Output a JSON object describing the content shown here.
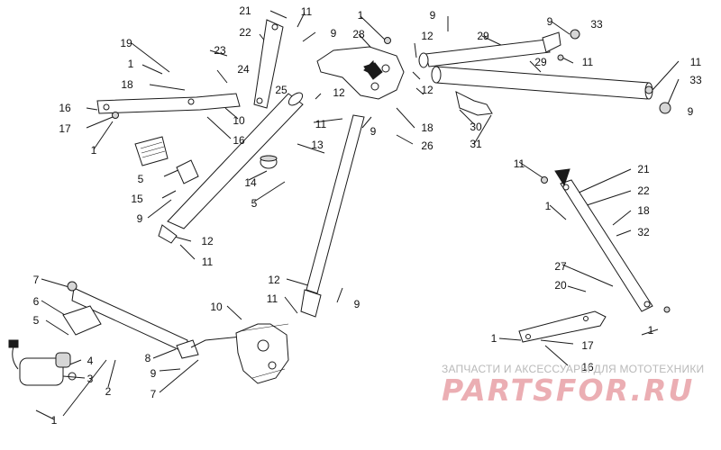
{
  "colors": {
    "line": "#1a1a1a",
    "part": "#ffffff",
    "shade": "#d6d6d6",
    "watermark_top": "#b9b9b9",
    "watermark_logo": "#e8a0a6"
  },
  "watermark": {
    "tagline": "ЗАПЧАСТИ И АКСЕССУАРЫ ДЛЯ МОТОТЕХНИКИ",
    "logo": "PARTSFOR.RU"
  },
  "callouts": [
    "21",
    "11",
    "1",
    "9",
    "9",
    "33",
    "22",
    "9",
    "28",
    "12",
    "29",
    "19",
    "23",
    "1",
    "24",
    "12",
    "29",
    "11",
    "11",
    "33",
    "18",
    "25",
    "12",
    "16",
    "10",
    "11",
    "9",
    "18",
    "9",
    "17",
    "16",
    "13",
    "26",
    "30",
    "1",
    "31",
    "5",
    "11",
    "21",
    "14",
    "22",
    "15",
    "5",
    "1",
    "18",
    "9",
    "32",
    "12",
    "11",
    "27",
    "20",
    "12",
    "7",
    "11",
    "9",
    "10",
    "6",
    "1",
    "5",
    "17",
    "1",
    "8",
    "4",
    "9",
    "16",
    "3",
    "2",
    "7",
    "1"
  ]
}
